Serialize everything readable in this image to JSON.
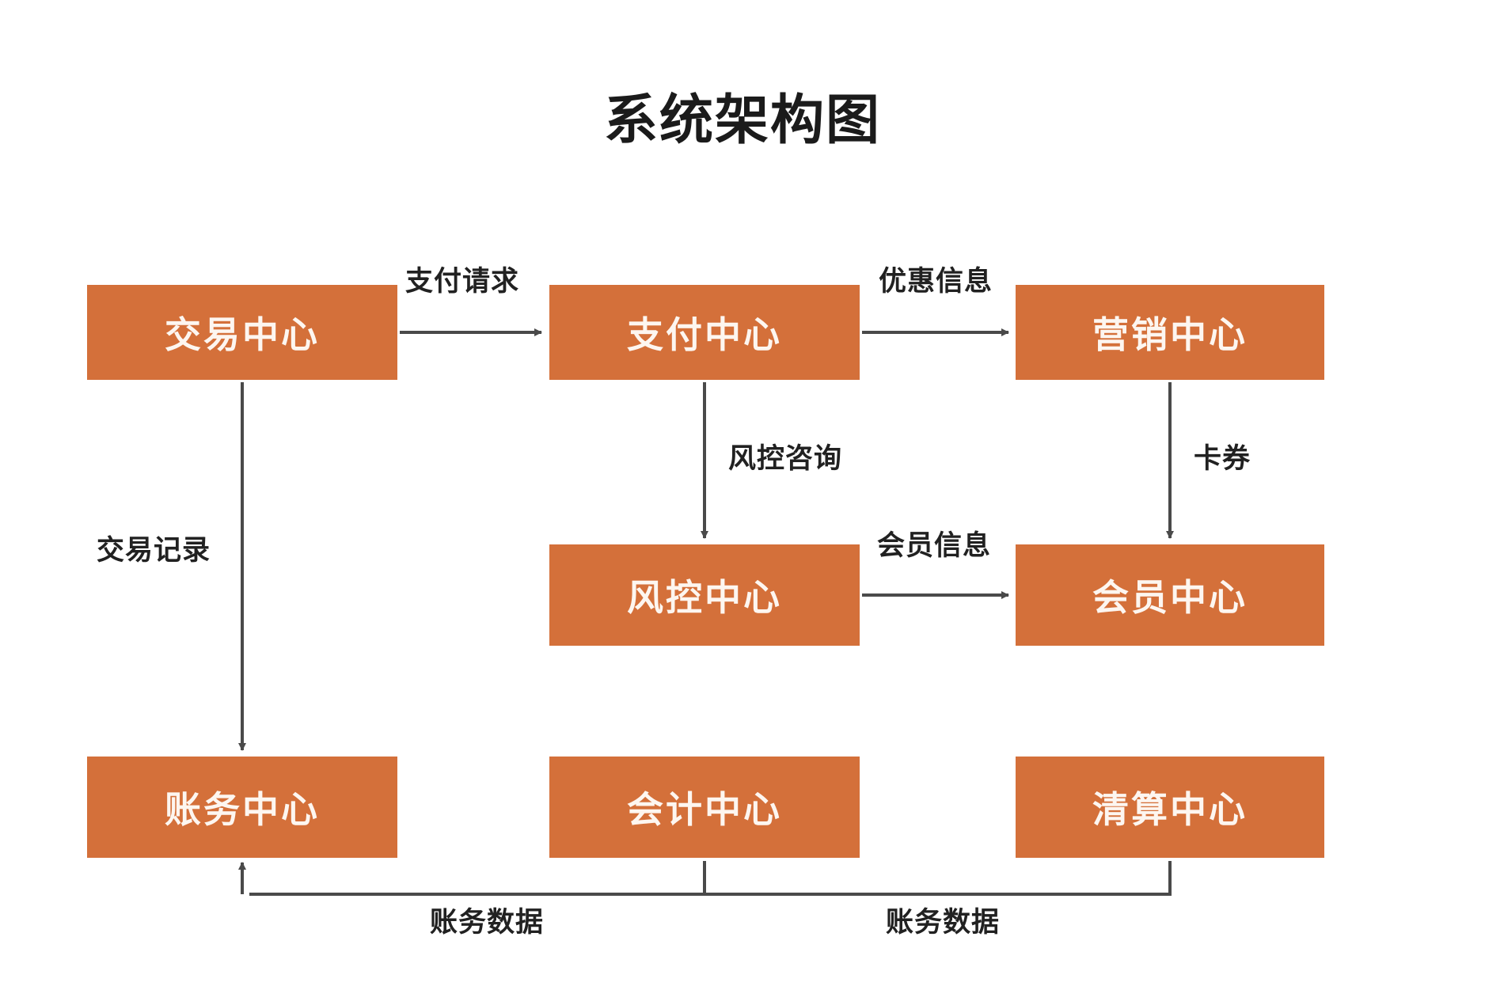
{
  "diagram": {
    "title": "系统架构图",
    "type": "flowchart",
    "background_color": "#ffffff",
    "node_fill_color": "#d4703a",
    "node_text_color": "#fdf6f0",
    "edge_color": "#4a4a4a",
    "label_text_color": "#212121",
    "nodes": [
      {
        "id": "trade",
        "label": "交易中心",
        "row": 1,
        "col": 1
      },
      {
        "id": "payment",
        "label": "支付中心",
        "row": 1,
        "col": 2
      },
      {
        "id": "marketing",
        "label": "营销中心",
        "row": 1,
        "col": 3
      },
      {
        "id": "risk",
        "label": "风控中心",
        "row": 2,
        "col": 2
      },
      {
        "id": "member",
        "label": "会员中心",
        "row": 2,
        "col": 3
      },
      {
        "id": "account",
        "label": "账务中心",
        "row": 3,
        "col": 1
      },
      {
        "id": "finance",
        "label": "会计中心",
        "row": 3,
        "col": 2
      },
      {
        "id": "clearing",
        "label": "清算中心",
        "row": 3,
        "col": 3
      }
    ],
    "edges": [
      {
        "id": "e1",
        "from": "trade",
        "to": "payment",
        "label": "支付请求",
        "direction": "right"
      },
      {
        "id": "e2",
        "from": "payment",
        "to": "marketing",
        "label": "优惠信息",
        "direction": "right"
      },
      {
        "id": "e3",
        "from": "payment",
        "to": "risk",
        "label": "风控咨询",
        "direction": "down"
      },
      {
        "id": "e4",
        "from": "marketing",
        "to": "member",
        "label": "卡券",
        "direction": "down"
      },
      {
        "id": "e5",
        "from": "trade",
        "to": "account",
        "label": "交易记录",
        "direction": "down"
      },
      {
        "id": "e6",
        "from": "risk",
        "to": "member",
        "label": "会员信息",
        "direction": "right"
      },
      {
        "id": "e7",
        "from": "finance",
        "to": "account",
        "label": "账务数据",
        "direction": "left"
      },
      {
        "id": "e8",
        "from": "clearing",
        "to": "account",
        "label": "账务数据",
        "direction": "left"
      }
    ]
  }
}
